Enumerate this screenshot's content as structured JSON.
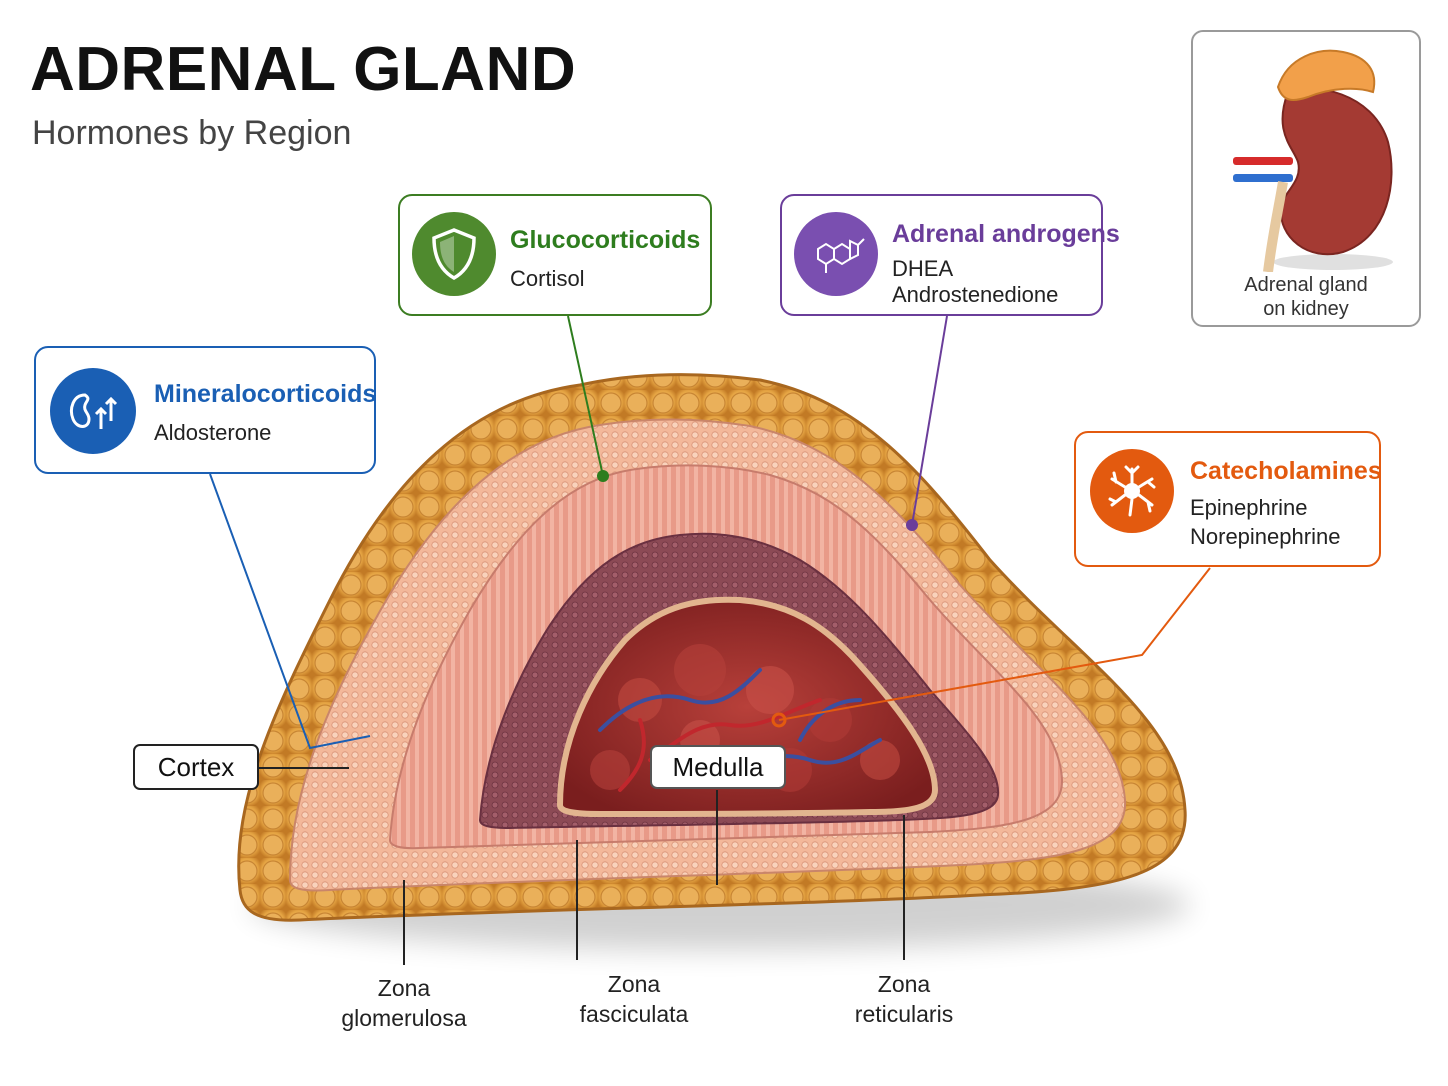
{
  "title": "ADRENAL GLAND",
  "subtitle": "Hormones by Region",
  "inset": {
    "caption_line1": "Adrenal gland",
    "caption_line2": "on kidney"
  },
  "cards": {
    "mineralo": {
      "title": "Mineralocorticoids",
      "line1": "Aldosterone",
      "color": "#1a5fb4",
      "icon": "kidney-arrows-icon"
    },
    "gluco": {
      "title": "Glucocorticoids",
      "line1": "Cortisol",
      "color": "#3c7d22",
      "icon": "shield-icon"
    },
    "andro": {
      "title": "Adrenal androgens",
      "line1": "DHEA",
      "line2": "Androstenedione",
      "color": "#6a3d9a",
      "icon": "molecule-icon"
    },
    "catechol": {
      "title": "Catecholamines",
      "line1": "Epinephrine",
      "line2": "Norepinephrine",
      "color": "#e35a0f",
      "icon": "neuron-icon"
    }
  },
  "labels": {
    "cortex": "Cortex",
    "medulla": "Medulla",
    "zona_glomerulosa_1": "Zona",
    "zona_glomerulosa_2": "glomerulosa",
    "zona_fasciculata_1": "Zona",
    "zona_fasciculata_2": "fasciculata",
    "zona_reticularis_1": "Zona",
    "zona_reticularis_2": "reticularis"
  }
}
